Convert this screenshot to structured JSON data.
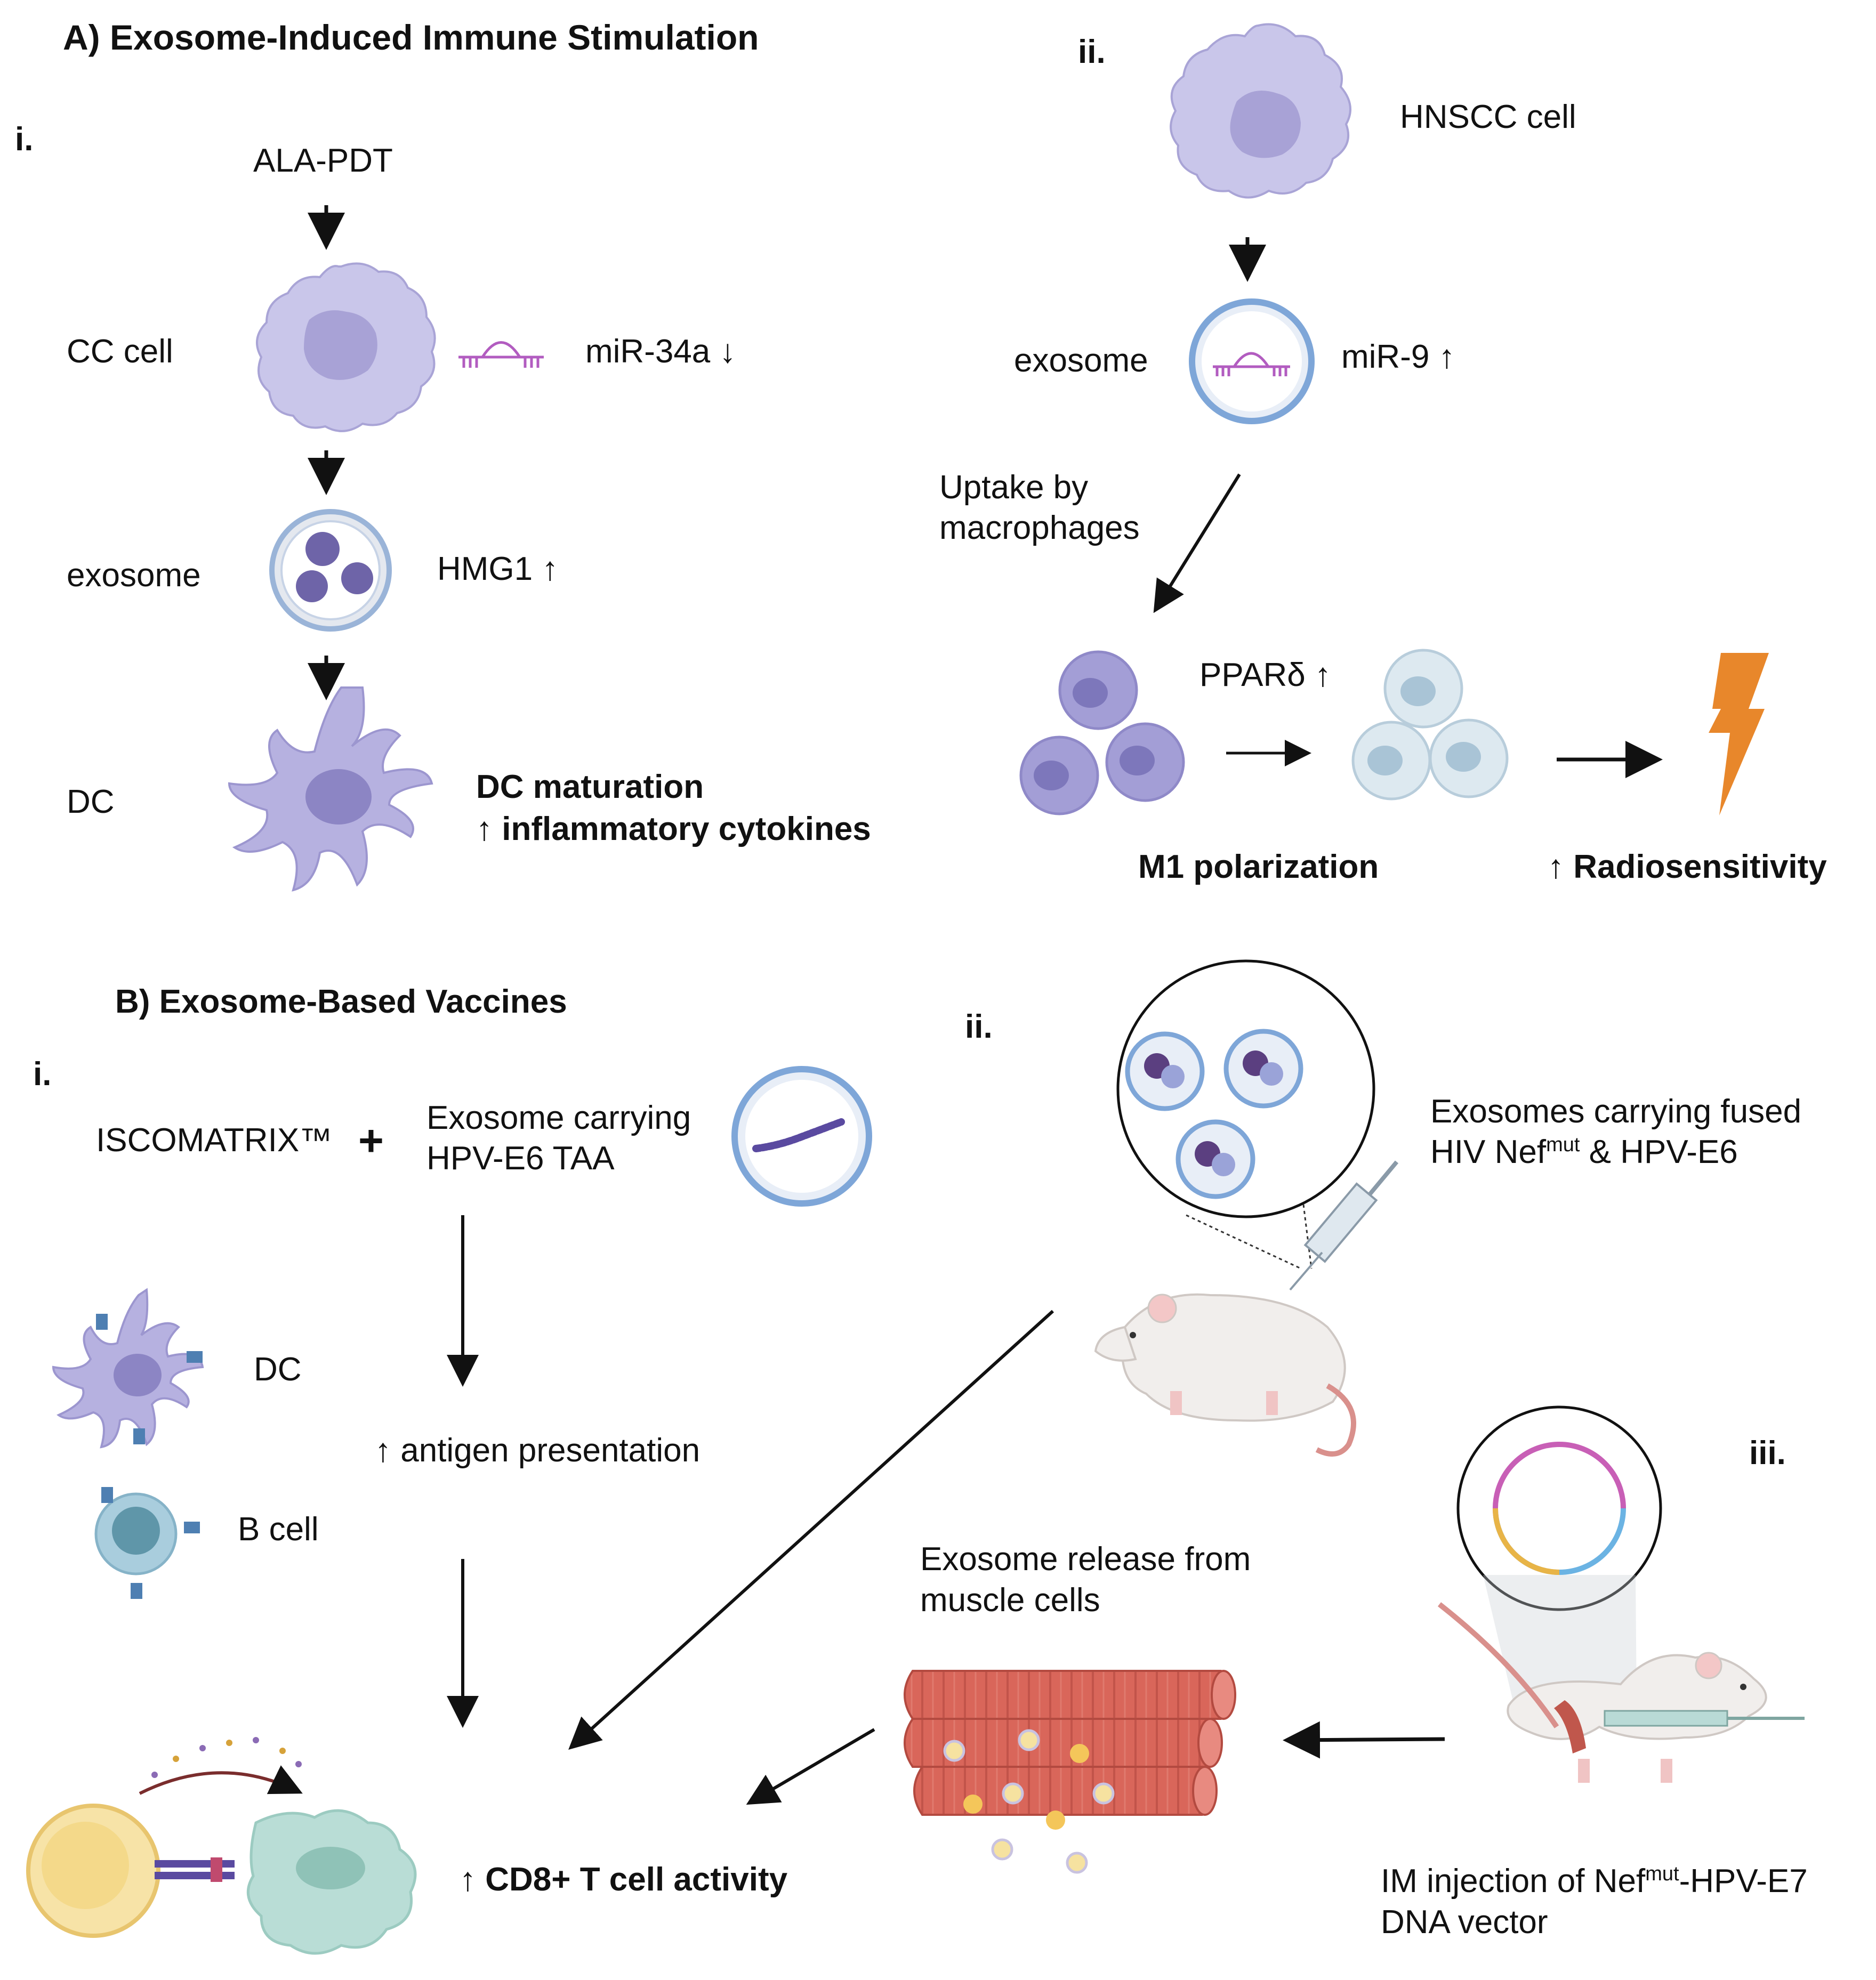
{
  "colors": {
    "cell_purple": "#c9c6ea",
    "cell_stroke": "#a9a4d6",
    "nucleus": "#a8a2d6",
    "m1_cell": "#a39ed6",
    "m1_nucleus": "#7d77bb",
    "m2_cell": "#dde9f0",
    "m2_nucleus": "#a9c4d6",
    "exosome_ring": "#7ea6d8",
    "mirna": "#b25cc0",
    "lightning": "#e8872b",
    "muscle": "#d9665a",
    "tcell": "#f4d98a",
    "tumor_cell": "#b9ddd6",
    "arrow": "#111111"
  },
  "panel_a": {
    "title": "A) Exosome-Induced Immune Stimulation",
    "i": {
      "label": "i.",
      "stimulus": "ALA-PDT",
      "cc_cell": "CC cell",
      "mirna": "miR-34a ↓",
      "exosome": "exosome",
      "hmg": "HMG1 ↑",
      "dc": "DC",
      "outcome_line1": "DC maturation",
      "outcome_line2": "↑ inflammatory cytokines"
    },
    "ii": {
      "label": "ii.",
      "hnscc": "HNSCC cell",
      "exosome": "exosome",
      "mirna": "miR-9 ↑",
      "uptake_line1": "Uptake by",
      "uptake_line2": "macrophages",
      "ppar": "PPARδ ↑",
      "m1": "M1 polarization",
      "radio": "↑ Radiosensitivity"
    }
  },
  "panel_b": {
    "title": "B) Exosome-Based Vaccines",
    "i": {
      "label": "i.",
      "iscomatrix": "ISCOMATRIX™",
      "plus": "+",
      "carrying_line1": "Exosome carrying",
      "carrying_line2": "HPV-E6 TAA",
      "dc": "DC",
      "bcell": "B cell",
      "antigen": "↑ antigen presentation",
      "cd8": "↑ CD8+ T cell activity"
    },
    "ii": {
      "label": "ii.",
      "fused_line1": "Exosomes carrying fused",
      "fused_line2_pre": "HIV Nef",
      "fused_line2_sup": "mut",
      "fused_line2_post": " & HPV-E6"
    },
    "iii": {
      "label": "iii.",
      "release_line1": "Exosome release from",
      "release_line2": "muscle cells",
      "im_line1_pre": "IM injection of Nef",
      "im_line1_sup": "mut",
      "im_line1_post": "-HPV-E7",
      "im_line2": "DNA vector"
    }
  }
}
